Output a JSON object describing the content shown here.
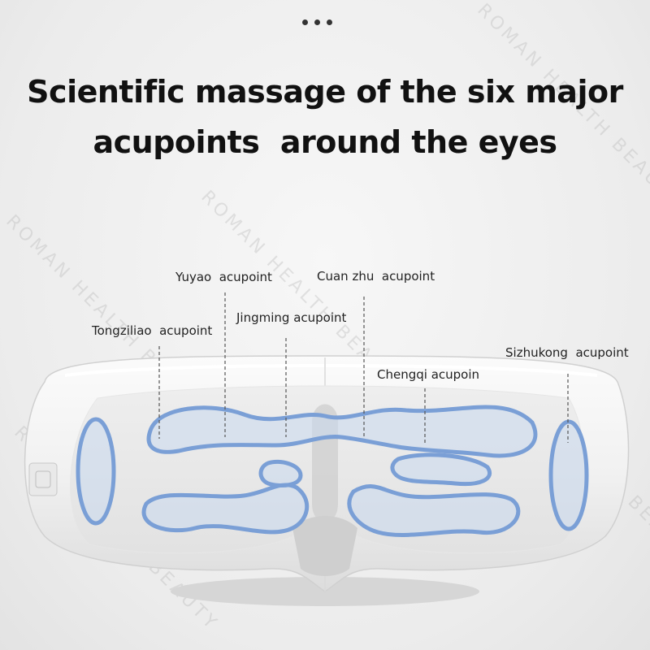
{
  "headline": {
    "line1": "Scientific massage of the six major",
    "line2": "acupoints  around the eyes"
  },
  "acupoints": [
    {
      "key": "tongziliao",
      "label": "Tongziliao  acupoint"
    },
    {
      "key": "yuyao",
      "label": "Yuyao  acupoint"
    },
    {
      "key": "jingming",
      "label": "Jingming acupoint"
    },
    {
      "key": "cuanzhu",
      "label": "Cuan zhu  acupoint"
    },
    {
      "key": "chengqi",
      "label": "Chengqi acupoin"
    },
    {
      "key": "sizhukong",
      "label": "Sizhukong  acupoint"
    }
  ],
  "watermark": {
    "text": "ROMAN HEALTH BEAUTY"
  },
  "colors": {
    "airbag_outline": "#7a9fd6",
    "airbag_fill": "#c9d8ef",
    "device_body": "#f4f4f4",
    "guide_line": "#555555"
  },
  "icons": [
    "menu-dots-icon",
    "power-button-icon"
  ]
}
